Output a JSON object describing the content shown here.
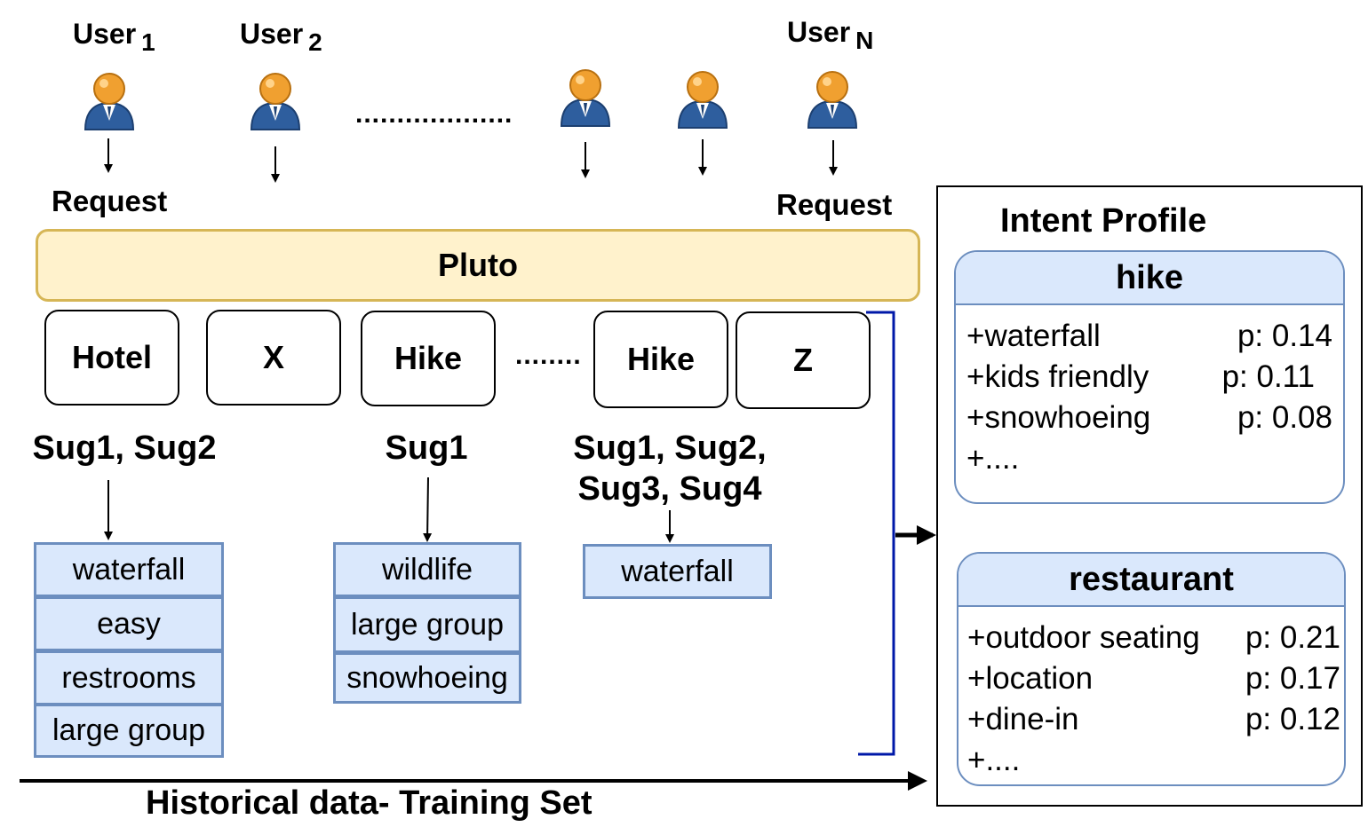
{
  "users": [
    {
      "name": "User",
      "index": "1"
    },
    {
      "name": "User",
      "index": "2"
    },
    {
      "name": "User",
      "index": "N"
    }
  ],
  "request_label": "Request",
  "pluto": "Pluto",
  "intents": [
    "Hotel",
    "X",
    "Hike",
    "Hike",
    "Z"
  ],
  "ellipsis_users": "...................",
  "ellipsis_intents": "........",
  "suggestions": {
    "group1": "Sug1, Sug2",
    "group2": "Sug1",
    "group3_line1": "Sug1, Sug2,",
    "group3_line2": "Sug3, Sug4"
  },
  "chips": {
    "group1": [
      "waterfall",
      "easy",
      "restrooms",
      "large group"
    ],
    "group2": [
      "wildlife",
      "large group",
      "snowhoeing"
    ],
    "group3": [
      "waterfall"
    ]
  },
  "intent_profile": {
    "title": "Intent Profile",
    "cards": [
      {
        "name": "hike",
        "rows": [
          {
            "feature": "+waterfall",
            "p": "p: 0.14"
          },
          {
            "feature": "+kids friendly",
            "p": "p: 0.11"
          },
          {
            "feature": "+snowhoeing",
            "p": "p: 0.08"
          },
          {
            "feature": "+....",
            "p": ""
          }
        ]
      },
      {
        "name": "restaurant",
        "rows": [
          {
            "feature": "+outdoor seating",
            "p": "p: 0.21"
          },
          {
            "feature": "+location",
            "p": "p: 0.17"
          },
          {
            "feature": "+dine-in",
            "p": "p: 0.12"
          },
          {
            "feature": "+....",
            "p": ""
          }
        ]
      }
    ]
  },
  "footer": "Historical data- Training Set",
  "colors": {
    "pluto_fill": "#fff2cc",
    "pluto_border": "#d6b656",
    "chip_fill": "#dae8fc",
    "chip_border": "#6c8ebf",
    "bracket": "#0018a8"
  }
}
